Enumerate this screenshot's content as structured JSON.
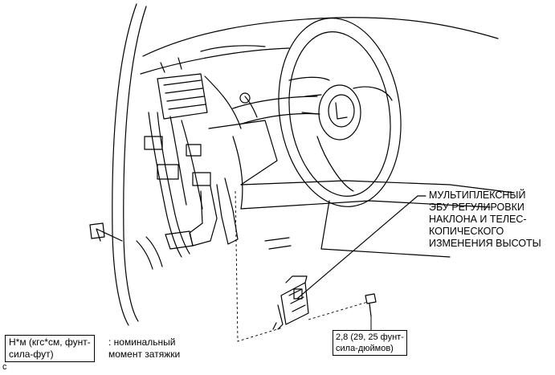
{
  "callout": {
    "lines": [
      "МУЛЬТИПЛЕКСНЫЙ",
      "ЭБУ РЕГУЛИРОВКИ",
      "НАКЛОНА И ТЕЛЕС-",
      "КОПИЧЕСКОГО",
      "ИЗМЕНЕНИЯ ВЫСОТЫ"
    ]
  },
  "legend": {
    "box_lines": [
      "Н*м (кгс*см, фунт-",
      "сила-фут)"
    ],
    "description_lines": [
      ": номинальный",
      "момент затяжки"
    ]
  },
  "torque": {
    "lines": [
      "2,8 (29, 25 фунт-",
      "сила-дюймов)"
    ]
  },
  "corner_code": "c"
}
